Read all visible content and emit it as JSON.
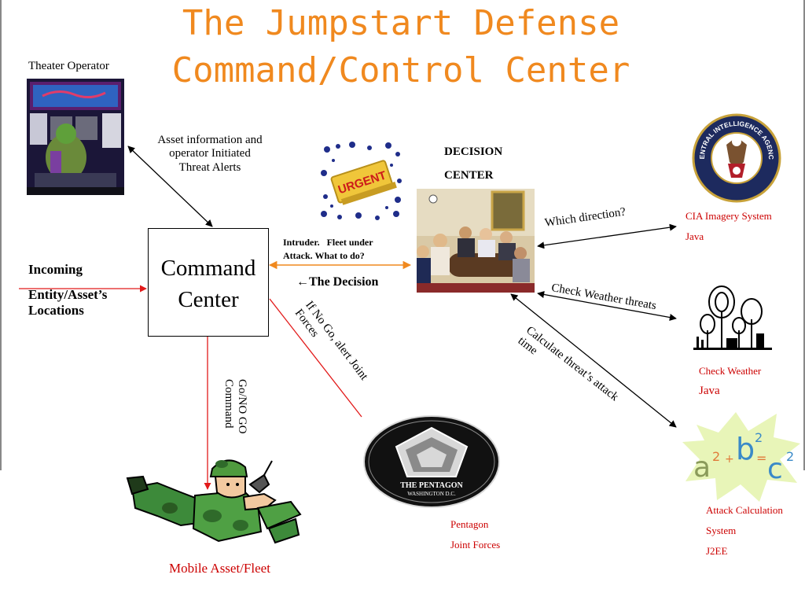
{
  "title": {
    "line1": "The Jumpstart Defense",
    "line2": "Command/Control Center"
  },
  "theater_operator": {
    "label": "Theater Operator"
  },
  "asset_info": {
    "line1": "Asset information and",
    "line2": "operator Initiated",
    "line3": "Threat Alerts"
  },
  "decision_center": {
    "line1": "DECISION",
    "line2": "CENTER"
  },
  "command_center": {
    "line1": "Command",
    "line2": "Center"
  },
  "incoming": {
    "line1": "Incoming",
    "line2": "Entity/Asset’s",
    "line3": "Locations"
  },
  "intruder": {
    "line1": "Intruder.   Fleet under",
    "line2": "Attack. What to do?"
  },
  "the_decision": {
    "arrow": "←",
    "label": "The Decision"
  },
  "cia": {
    "line1": "CIA Imagery System",
    "line2": "Java"
  },
  "which_direction": "Which direction?",
  "check_weather_threats": "Check Weather threats",
  "check_weather": {
    "line1": "Check Weather",
    "line2": "Java"
  },
  "attack_time": {
    "line1": "Calculate threat’s attack",
    "line2": "time"
  },
  "attack_calc": {
    "line1": "Attack Calculation",
    "line2": "System",
    "line3": "J2EE"
  },
  "no_go": {
    "line1": "If No Go, alert Joint",
    "line2": "Forces"
  },
  "go_no_go": {
    "line1": "Go/NO GO",
    "line2": "Command"
  },
  "pentagon": {
    "line1": "Pentagon",
    "line2": "Joint Forces",
    "seal_line1": "THE PENTAGON",
    "seal_line2": "WASHINGTON D.C."
  },
  "urgent_stamp": "URGENT",
  "cia_seal": "CENTRAL INTELLIGENCE AGENCY",
  "mobile_asset": "Mobile Asset/Fleet",
  "colors": {
    "title": "#f0891f",
    "red_text": "#cc0000",
    "arrow_red": "#e21a1a",
    "arrow_orange": "#f0891f"
  }
}
